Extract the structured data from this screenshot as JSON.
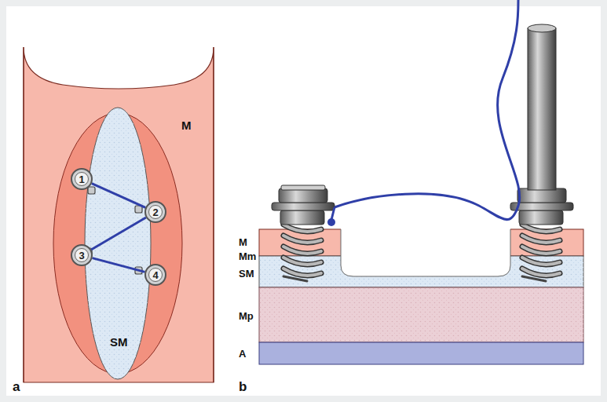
{
  "diagram": {
    "nodes": [
      {
        "text": [
          "1"
        ]
      },
      {
        "text": [
          "2"
        ]
      },
      {
        "text": [
          "3"
        ]
      },
      {
        "text": [
          "4"
        ]
      }
    ],
    "edges": [
      {
        "from": 0,
        "to": 1,
        "arrow": "none"
      },
      {
        "from": 1,
        "to": 2,
        "arrow": "none"
      },
      {
        "from": 2,
        "to": 3,
        "arrow": "none"
      }
    ],
    "labels": [
      "M",
      "SM",
      "a",
      "M",
      "Mm",
      "SM",
      "Mp",
      "A",
      "b"
    ]
  }
}
